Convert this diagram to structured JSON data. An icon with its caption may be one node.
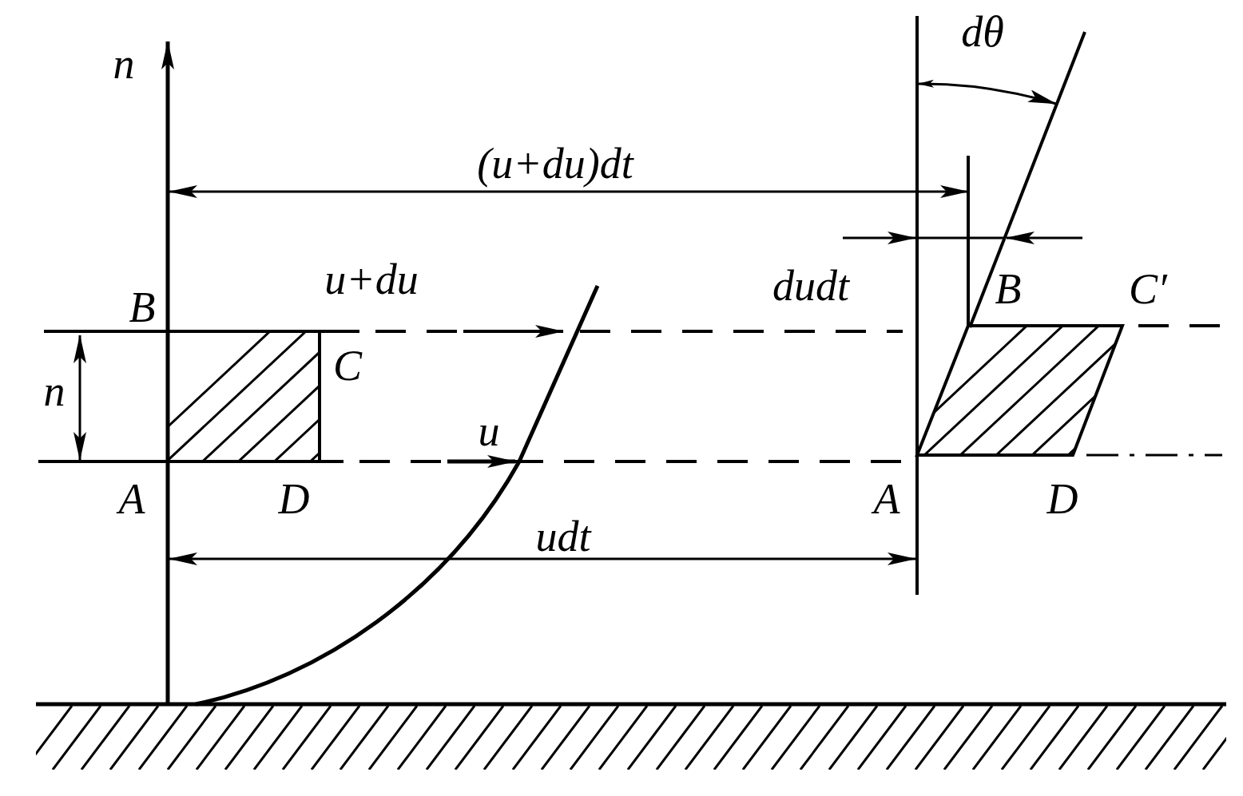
{
  "diagram": {
    "labels": [
      "dθ",
      "n",
      "(u+du)dt",
      "u+du",
      "dudt",
      "B",
      "C′",
      "B",
      "C",
      "n",
      "u",
      "A",
      "D",
      "A",
      "D",
      "udt"
    ]
  }
}
